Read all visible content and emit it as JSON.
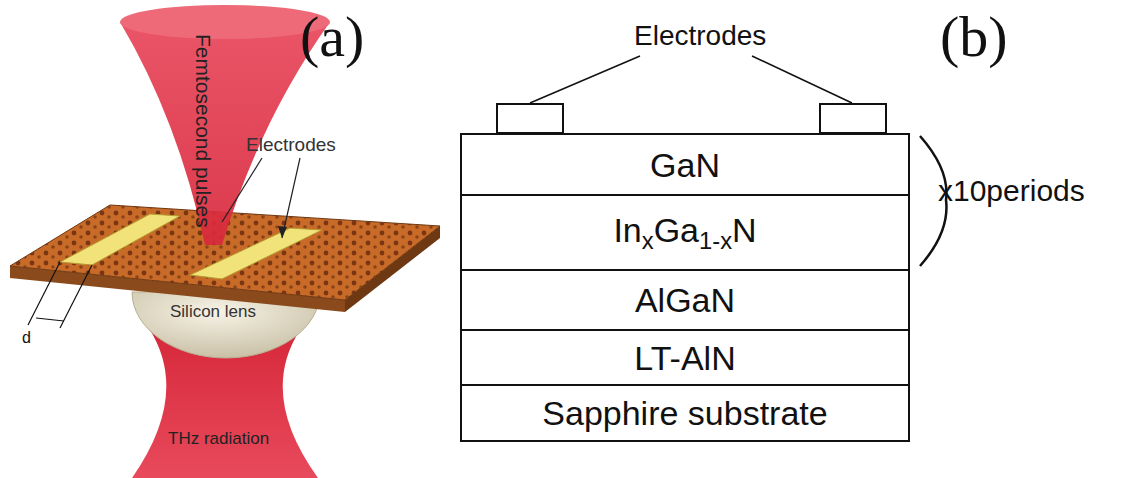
{
  "diagram": {
    "nodes": [
      {
        "text": [
          "GaN"
        ]
      },
      {
        "text": [
          "InxGa1-xN"
        ]
      },
      {
        "text": [
          "AlGaN"
        ]
      },
      {
        "text": [
          "LT-AlN"
        ]
      },
      {
        "text": [
          "Sapphire substrate"
        ]
      }
    ],
    "labels": [
      "(a)",
      "Femtosecond pulses",
      "Electrodes",
      "d",
      "Silicon lens",
      "THz radiation",
      "Electrodes",
      "(b)",
      "x10periods"
    ]
  }
}
